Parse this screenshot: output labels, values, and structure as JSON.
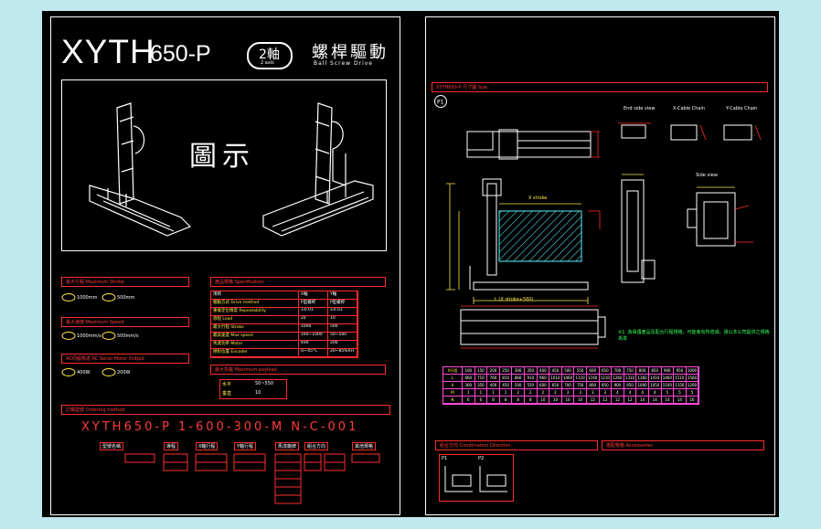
{
  "title": {
    "brand": "XYTH",
    "model": "650-P",
    "axis_badge_main": "2軸",
    "axis_badge_sub": "2 axis",
    "drive_cn": "螺桿驅動",
    "drive_en": "Ball Screw Drive"
  },
  "illustration": {
    "label": "圖示"
  },
  "left_sections": {
    "stroke_title": "最大行程  Maximum Stroke",
    "stroke_x": "1000mm",
    "stroke_y": "500mm",
    "speed_title": "最大速度  Maximum Speed",
    "speed_x": "1000mm/s",
    "speed_y": "500mm/s",
    "motor_title": "AC伺服馬達  AC Servo Motor Output",
    "motor_x": "400W",
    "motor_y": "200W",
    "spec_title": "產品規格  Specification",
    "payload_title": "最大負載  Maximum payload",
    "payload_row1_label": "水平",
    "payload_row1_value": "50~550",
    "payload_row2_label": "垂直",
    "payload_row2_value": "10",
    "order_title": "訂購型號  Ordering method",
    "order_code": "XYTH650-P  1-600-300-M N-C-001",
    "order_fields": [
      "型號名稱",
      "導程",
      "X軸行程",
      "Y軸行程",
      "馬達廠牌",
      "組合方向",
      "其他規格"
    ]
  },
  "spec_table": {
    "headers": [
      "項目",
      "X軸",
      "Y軸"
    ],
    "rows": [
      [
        "驅動方式 Drive method",
        "P型螺桿",
        "P型螺桿"
      ],
      [
        "重複定位精度 Repeatability",
        "±0.01",
        "±0.01"
      ],
      [
        "導程 Lead",
        "20",
        "10"
      ],
      [
        "最大行程 Stroke",
        "1000",
        "500"
      ],
      [
        "最高速度 Max speed",
        "100~1000",
        "50~500"
      ],
      [
        "馬達功率 Motor",
        "400",
        "200"
      ],
      [
        "絕對位置 Encoder",
        "O~45°C",
        "20~85%RH"
      ]
    ]
  },
  "right_sheet": {
    "header": "XYTH650-P  尺寸圖  Size",
    "view_end": "End side view",
    "view_x_cable": "X-Cable Chain",
    "view_y_cable": "Y-Cable Chain",
    "view_side": "Side view",
    "label_x_stroke": "X stroke",
    "label_l": "L (X stroke+560)",
    "note_text": "※1. 為保護產品及配合行程規格，可能會有所增減，請以本公司提供之規格為準",
    "combo_title": "組合方向  Combination Direction",
    "optional_title": "選配規格  Accessories",
    "combo_p1": "P1",
    "combo_p2": "P2",
    "dimension_rows": [
      [
        "X行程",
        "100",
        "150",
        "200",
        "250",
        "300",
        "350",
        "400",
        "450",
        "500",
        "550",
        "600",
        "650",
        "700",
        "750",
        "800",
        "850",
        "900",
        "950",
        "1000"
      ],
      [
        "L",
        "660",
        "710",
        "760",
        "810",
        "860",
        "910",
        "960",
        "1010",
        "1060",
        "1110",
        "1160",
        "1210",
        "1260",
        "1310",
        "1360",
        "1410",
        "1460",
        "1510",
        "1560"
      ],
      [
        "A",
        "300",
        "350",
        "400",
        "450",
        "500",
        "550",
        "600",
        "650",
        "700",
        "750",
        "800",
        "850",
        "900",
        "950",
        "1000",
        "1050",
        "1100",
        "1150",
        "1200"
      ],
      [
        "M",
        "1",
        "1",
        "1",
        "1",
        "2",
        "2",
        "2",
        "2",
        "3",
        "3",
        "3",
        "3",
        "4",
        "4",
        "4",
        "4",
        "5",
        "5",
        "5"
      ],
      [
        "N",
        "6",
        "6",
        "8",
        "8",
        "8",
        "8",
        "10",
        "10",
        "10",
        "10",
        "12",
        "12",
        "12",
        "12",
        "14",
        "14",
        "14",
        "14",
        "16"
      ]
    ]
  }
}
